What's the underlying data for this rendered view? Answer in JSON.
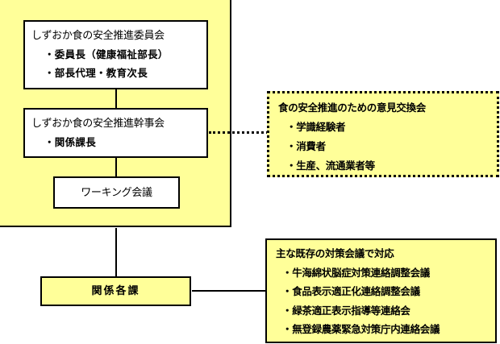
{
  "committee": {
    "title": "しずおか食の安全推進委員会",
    "members": [
      "・委員長（健康福祉部長）",
      "・部長代理・教育次長"
    ]
  },
  "executive_committee": {
    "title": "しずおか食の安全推進幹事会",
    "members": [
      "・関係課長"
    ]
  },
  "working_group": {
    "title": "ワーキング会議"
  },
  "opinion_exchange": {
    "title": "食の安全推進のための意見交換会",
    "members": [
      "・学識経験者",
      "・消費者",
      "・生産、流通業者等"
    ]
  },
  "related_divisions": {
    "title": "関係各課"
  },
  "existing_meetings": {
    "title": "主な既存の対策会議で対応",
    "items": [
      "・牛海綿状脳症対策連絡調整会議",
      "・食品表示適正化連絡調整会議",
      "・緑茶適正表示指導等連絡会",
      "・無登録農薬緊急対策庁内連絡会議"
    ]
  },
  "colors": {
    "yellow_fill": "#ffff99",
    "white_fill": "#ffffff",
    "border": "#000000"
  }
}
